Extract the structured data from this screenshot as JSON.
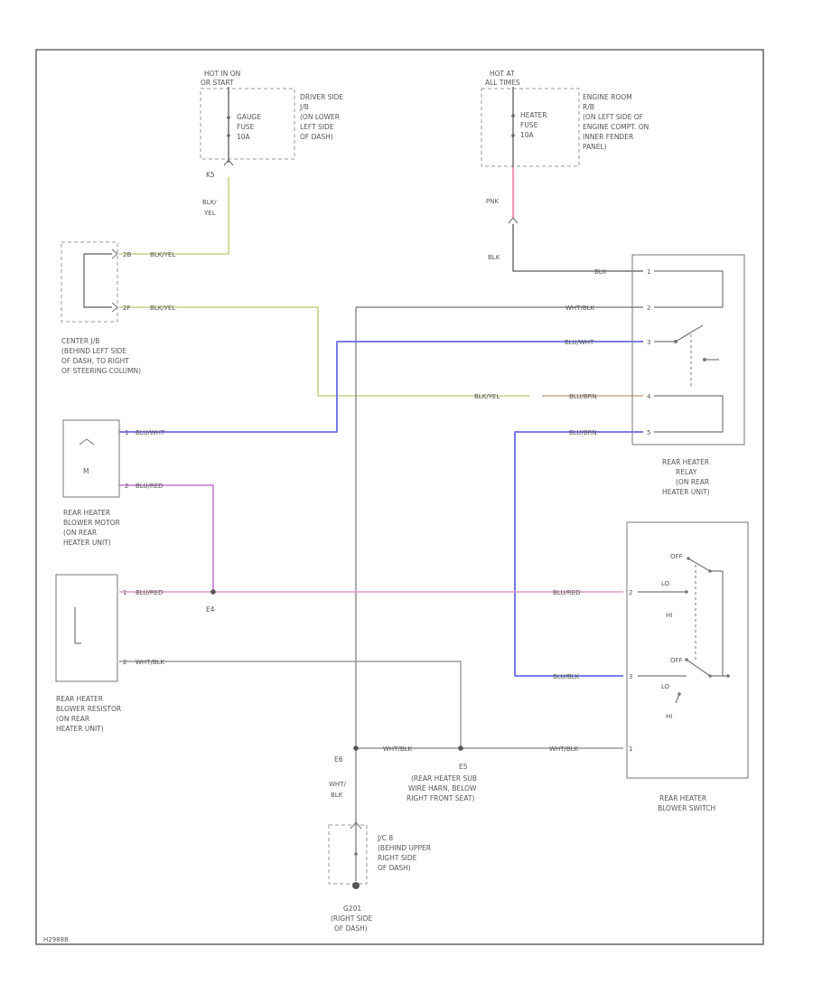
{
  "colors": {
    "frame": "#555555",
    "wire_default": "#888888",
    "wire_yellow": "#c8d088",
    "wire_blue": "#6a6ae6",
    "wire_purple": "#c88ad8",
    "wire_pink": "#f0a8c0",
    "dashed": "#999999"
  },
  "sources": {
    "gauge": {
      "hot": [
        "HOT IN ON",
        "OR START"
      ],
      "fuse": [
        "GAUGE",
        "FUSE",
        "10A"
      ],
      "location": [
        "DRIVER SIDE",
        "J/B",
        "(ON LOWER",
        "LEFT SIDE",
        "OF DASH)"
      ],
      "connector": "K5",
      "wire": [
        "BLK/",
        "YEL"
      ]
    },
    "heater": {
      "hot": [
        "HOT AT",
        "ALL TIMES"
      ],
      "fuse": [
        "HEATER",
        "FUSE",
        "10A"
      ],
      "location": [
        "ENGINE ROOM",
        "R/B",
        "(ON LEFT SIDE OF",
        "ENGINE COMPT. ON",
        "INNER FENDER",
        "PANEL)"
      ],
      "wire_top": "PNK",
      "wire_bottom": "BLK"
    }
  },
  "components": {
    "center_jb": {
      "pins": [
        "2B",
        "2F"
      ],
      "wires": [
        "BLK/YEL",
        "BLK/YEL"
      ],
      "caption": [
        "CENTER J/B",
        "(BEHIND LEFT SIDE",
        "OF DASH, TO RIGHT",
        "OF STEERING COLUMN)"
      ]
    },
    "blower_motor": {
      "pins": [
        "1",
        "2"
      ],
      "wires": [
        "BLU/WHT",
        "BLU/RED"
      ],
      "caption": [
        "REAR HEATER",
        "BLOWER MOTOR",
        "(ON REAR",
        "HEATER UNIT)"
      ]
    },
    "blower_resistor": {
      "pins": [
        "1",
        "2"
      ],
      "wires": [
        "BLU/RED",
        "WHT/BLK"
      ],
      "caption": [
        "REAR HEATER",
        "BLOWER RESISTOR",
        "(ON REAR",
        "HEATER UNIT)"
      ]
    },
    "relay": {
      "pins": [
        "1",
        "2",
        "3",
        "4",
        "5"
      ],
      "wires": [
        "BLK",
        "WHT/BLK",
        "BLU/WHT",
        "BLU/BRN",
        "BLU/BRN"
      ],
      "left_wire": "BLK/YEL",
      "caption": [
        "REAR HEATER",
        "RELAY",
        "(ON REAR",
        "HEATER UNIT)"
      ]
    },
    "switch": {
      "pins": [
        "2",
        "3",
        "1"
      ],
      "wires": [
        "BLU/RED",
        "BLU/BLK",
        "WHT/BLK"
      ],
      "positions_top": [
        "OFF",
        "LO",
        "HI"
      ],
      "positions_bottom": [
        "OFF",
        "LO",
        "HI"
      ],
      "caption": [
        "REAR HEATER",
        "BLOWER SWITCH"
      ]
    }
  },
  "splices": {
    "e4": "E4",
    "e6": "E6",
    "e5": "E5",
    "e5_caption": [
      "(REAR HEATER SUB",
      "WIRE HARN, BELOW",
      "RIGHT FRONT SEAT)"
    ],
    "wht_blk": "WHT/BLK"
  },
  "ground": {
    "wire": [
      "WHT/",
      "BLK"
    ],
    "jc": [
      "J/C 8",
      "(BEHIND UPPER",
      "RIGHT SIDE",
      "OF DASH)"
    ],
    "name": [
      "G201",
      "(RIGHT SIDE",
      "OF DASH)"
    ]
  },
  "figure_id": "H29888"
}
